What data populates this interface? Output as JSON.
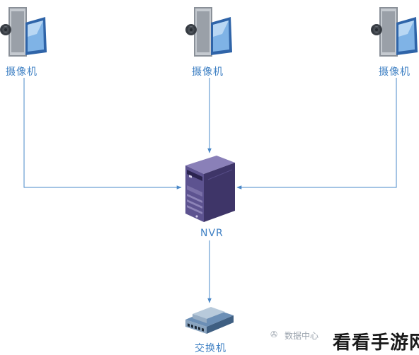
{
  "diagram": {
    "nodes": {
      "camera_left": {
        "label": "摄像机",
        "icon": "camera-icon"
      },
      "camera_center": {
        "label": "摄像机",
        "icon": "camera-icon"
      },
      "camera_right": {
        "label": "摄像机",
        "icon": "camera-icon"
      },
      "nvr": {
        "label": "NVR",
        "icon": "server-icon"
      },
      "switch": {
        "label": "交换机",
        "icon": "network-switch-icon"
      }
    },
    "edges": [
      {
        "from": "camera_left",
        "to": "nvr"
      },
      {
        "from": "camera_center",
        "to": "nvr"
      },
      {
        "from": "camera_right",
        "to": "nvr"
      },
      {
        "from": "nvr",
        "to": "switch"
      }
    ],
    "colors": {
      "line": "#4a88c8",
      "label": "#3d7fc3",
      "server": "#4a3f78"
    }
  },
  "watermark": {
    "source": "数据中心",
    "brand": "看看手游网"
  }
}
